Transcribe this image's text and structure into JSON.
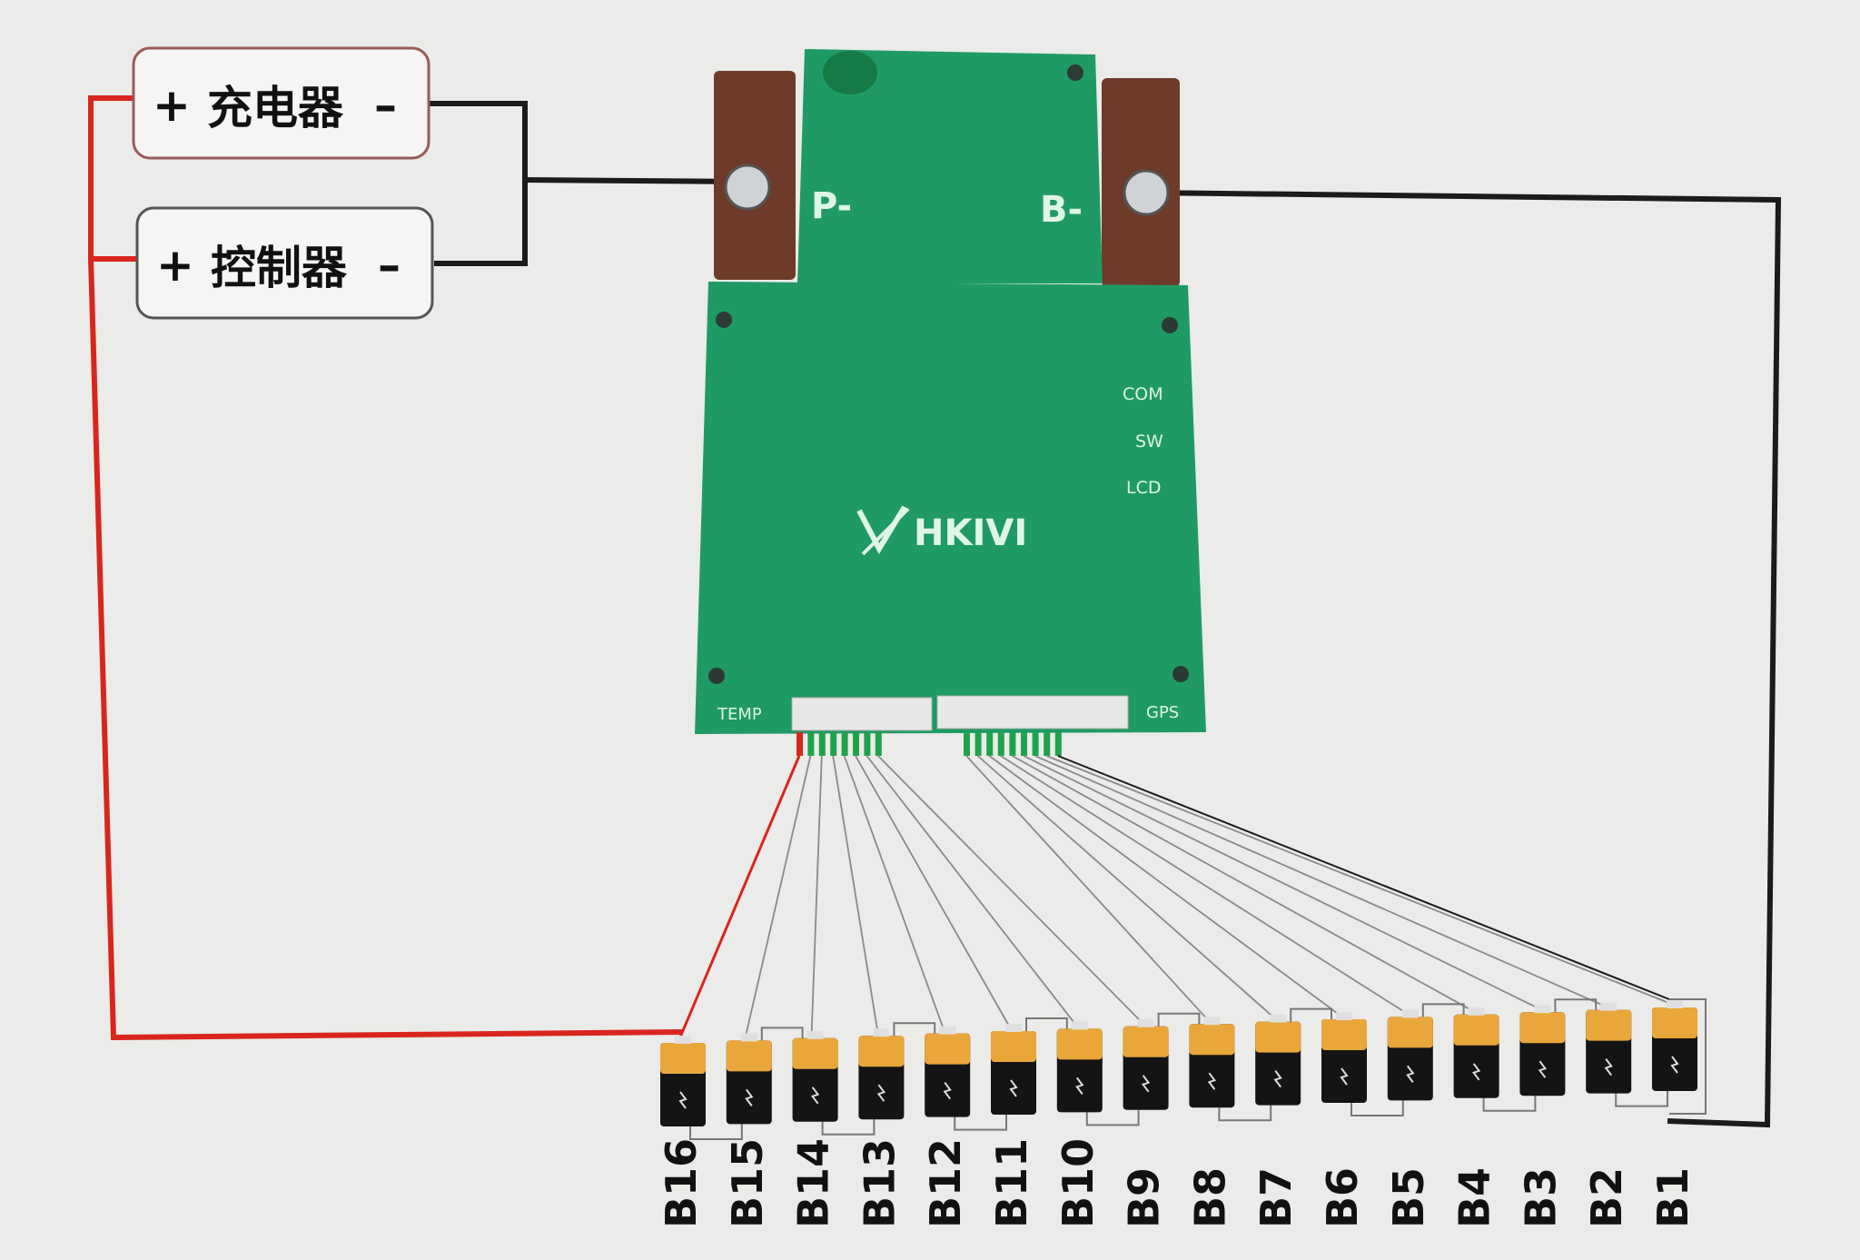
{
  "charger": {
    "plus": "+",
    "name": "充电器",
    "minus": "–"
  },
  "controller": {
    "plus": "+",
    "name": "控制器",
    "minus": "–"
  },
  "board": {
    "brand": "HKIVI",
    "terminal_p": "P-",
    "terminal_b": "B-",
    "port_com": "COM",
    "port_sw": "SW",
    "port_lcd": "LCD",
    "port_temp": "TEMP",
    "port_gps": "GPS",
    "color": "#1f9a64"
  },
  "cells": [
    "B16",
    "B15",
    "B14",
    "B13",
    "B12",
    "B11",
    "B10",
    "B9",
    "B8",
    "B7",
    "B6",
    "B5",
    "B4",
    "B3",
    "B2",
    "B1"
  ],
  "colors": {
    "positive_wire": "#d8261e",
    "negative_wire": "#1b1b1b",
    "sense_wire": "#8a8a8a"
  }
}
